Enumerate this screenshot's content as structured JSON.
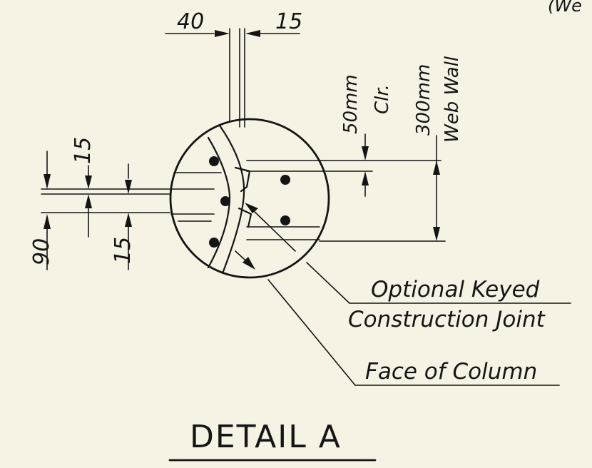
{
  "dimensions": {
    "top_left": "40",
    "top_right": "15",
    "left_upper": "15",
    "left_total": "90",
    "left_lower": "15"
  },
  "right_dims": {
    "clear_value": "50mm",
    "clear_label": "Clr.",
    "wall_value": "300mm",
    "wall_label": "Web Wall",
    "corner_fragment": "(We"
  },
  "callouts": {
    "joint_line1": "Optional Keyed",
    "joint_line2": "Construction Joint",
    "face": "Face of Column"
  },
  "title": "DETAIL A"
}
